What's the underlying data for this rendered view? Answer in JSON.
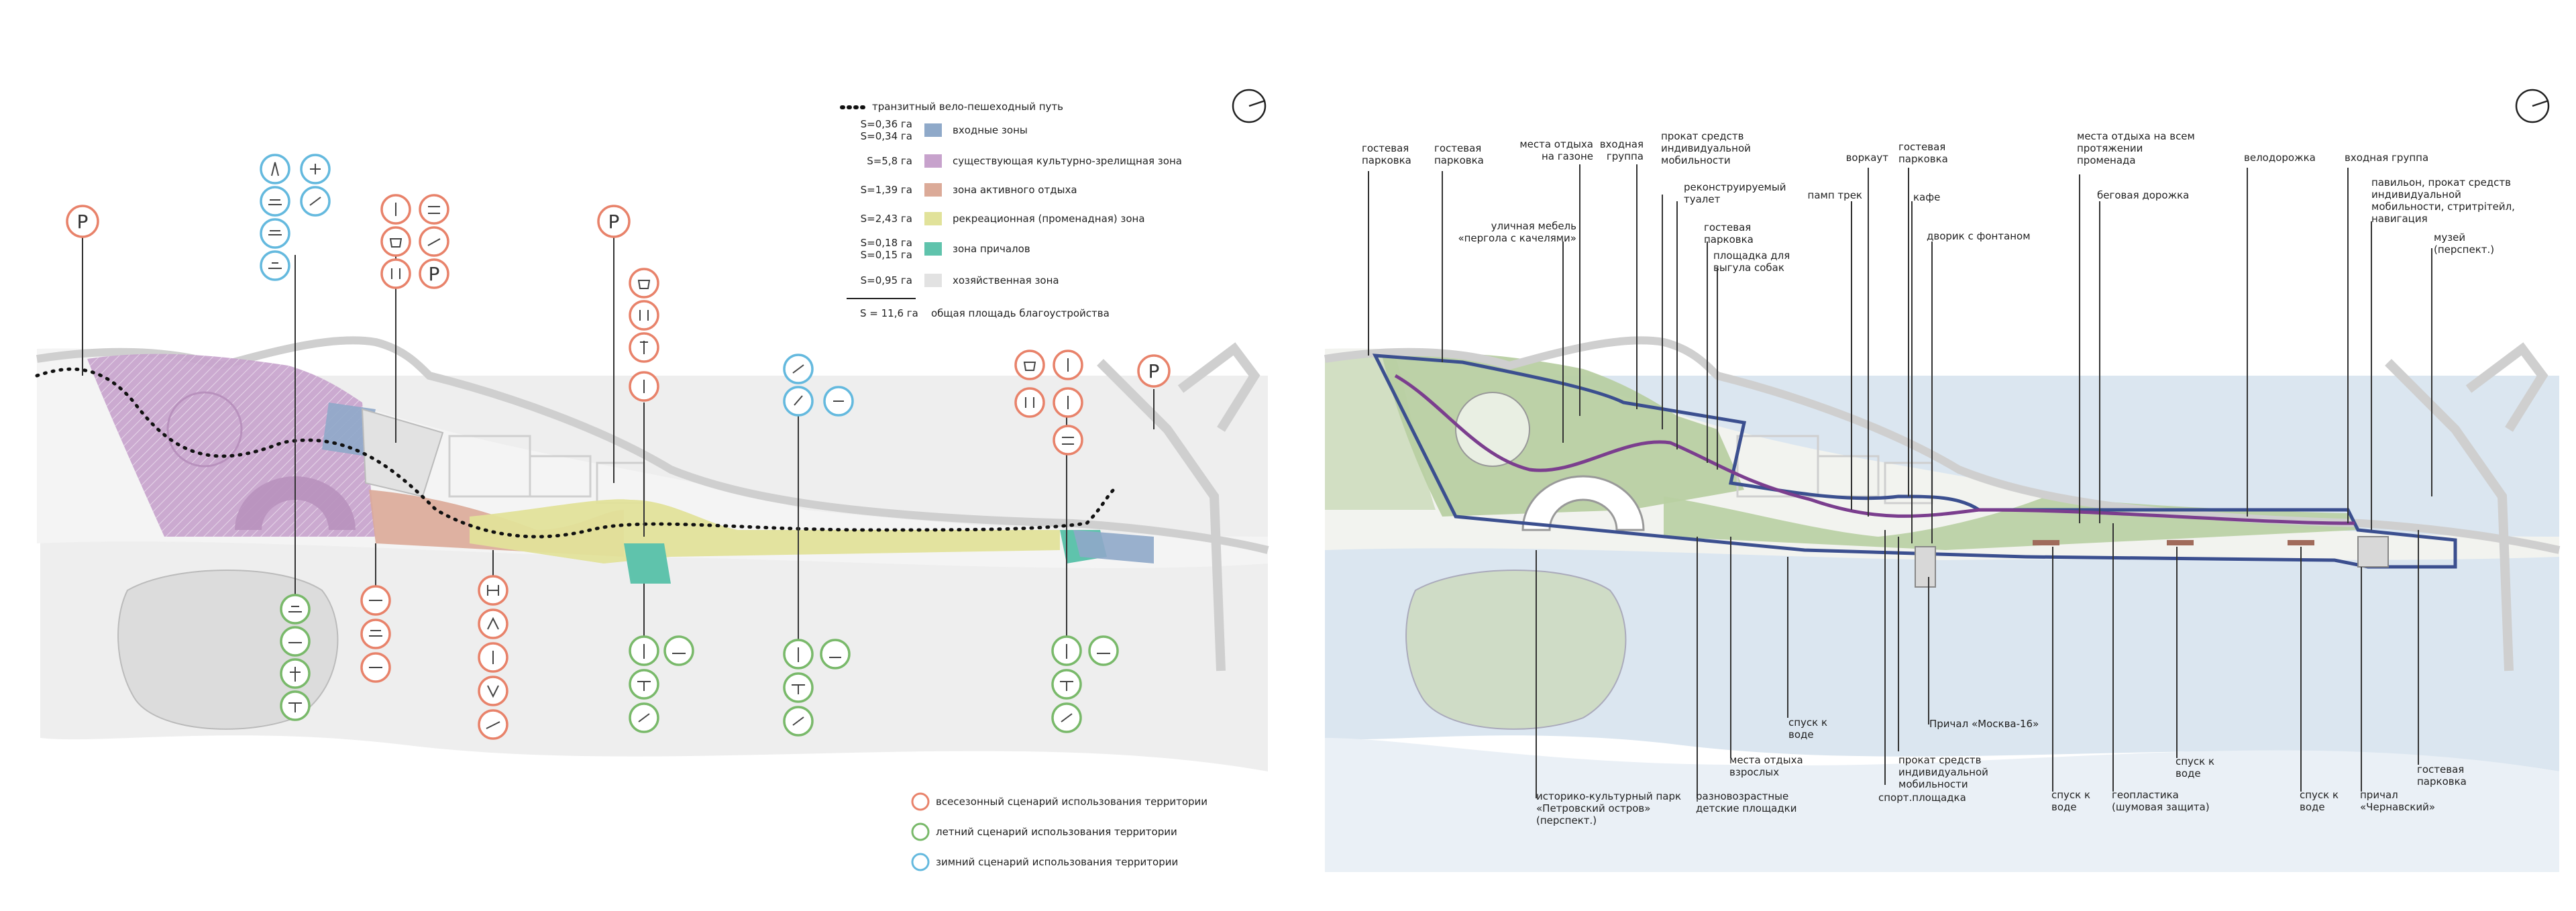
{
  "left_legend": {
    "transit_path": "транзитный вело-пешеходный путь",
    "zones": [
      {
        "area": "S=0,36 га",
        "area2": "S=0,34 га",
        "label": "входные зоны",
        "color": "#8fa9c9"
      },
      {
        "area": "S=5,8 га",
        "label": "существующая культурно-зрелищная зона",
        "color": "#c7a2cc"
      },
      {
        "area": "S=1,39 га",
        "label": "зона активного отдыха",
        "color": "#dbaa98"
      },
      {
        "area": "S=2,43 га",
        "label": "рекреационная (променадная) зона",
        "color": "#e1e29a"
      },
      {
        "area": "S=0,18 га",
        "area2": "S=0,15 га",
        "label": "зона причалов",
        "color": "#5fc3ac"
      },
      {
        "area": "S=0,95 га",
        "label": "хозяйственная зона",
        "color": "#e2e2e2"
      }
    ],
    "total_area": "S = 11,6 га",
    "total_label": "общая площадь благоустройства"
  },
  "scenario_legend": [
    {
      "label": "всесезонный сценарий использования территории",
      "color": "#e8826a"
    },
    {
      "label": "летний сценарий использования территории",
      "color": "#79b96a"
    },
    {
      "label": "зимний сценарий использования территории",
      "color": "#64b9de"
    }
  ],
  "parking_letter": "P",
  "toilet_glyph": "🚻",
  "right_labels": {
    "l1": "гостевая парковка",
    "l2": "гостевая парковка",
    "l3": "места отдыха на газоне",
    "l4": "входная группа",
    "l5": "прокат средств индивидуальной мобильности",
    "l6": "реконструируемый туалет",
    "l7": "уличная мебель «пергола с качелями»",
    "l8": "гостевая парковка",
    "l9": "площадка для выгула собак",
    "l10": "воркаут",
    "l11": "памп трек",
    "l12": "гостевая парковка",
    "l13": "кафе",
    "l14": "дворик с фонтаном",
    "l15": "места отдыха на всем протяжении променада",
    "l16": "беговая дорожка",
    "l17": "велодорожка",
    "l18": "входная группа",
    "l19": "павильон, прокат средств индивидуальной мобильности, стритрітейл, навигация",
    "l20": "музей (перспект.)",
    "b1": "историко-культурный парк «Петровский остров» (перспект.)",
    "b2": "разновозрастные детские площадки",
    "b3": "места отдыха взрослых",
    "b4": "спуск к воде",
    "b5": "спорт.площадка",
    "b6": "прокат средств индивидуальной мобильности",
    "b7": "Причал «Москва-16»",
    "b8": "спуск к воде",
    "b9": "геопластика (шумовая защита)",
    "b10": "спуск к воде",
    "b11": "спуск к воде",
    "b12": "причал «Чернавский»",
    "b13": "гостевая парковка"
  }
}
